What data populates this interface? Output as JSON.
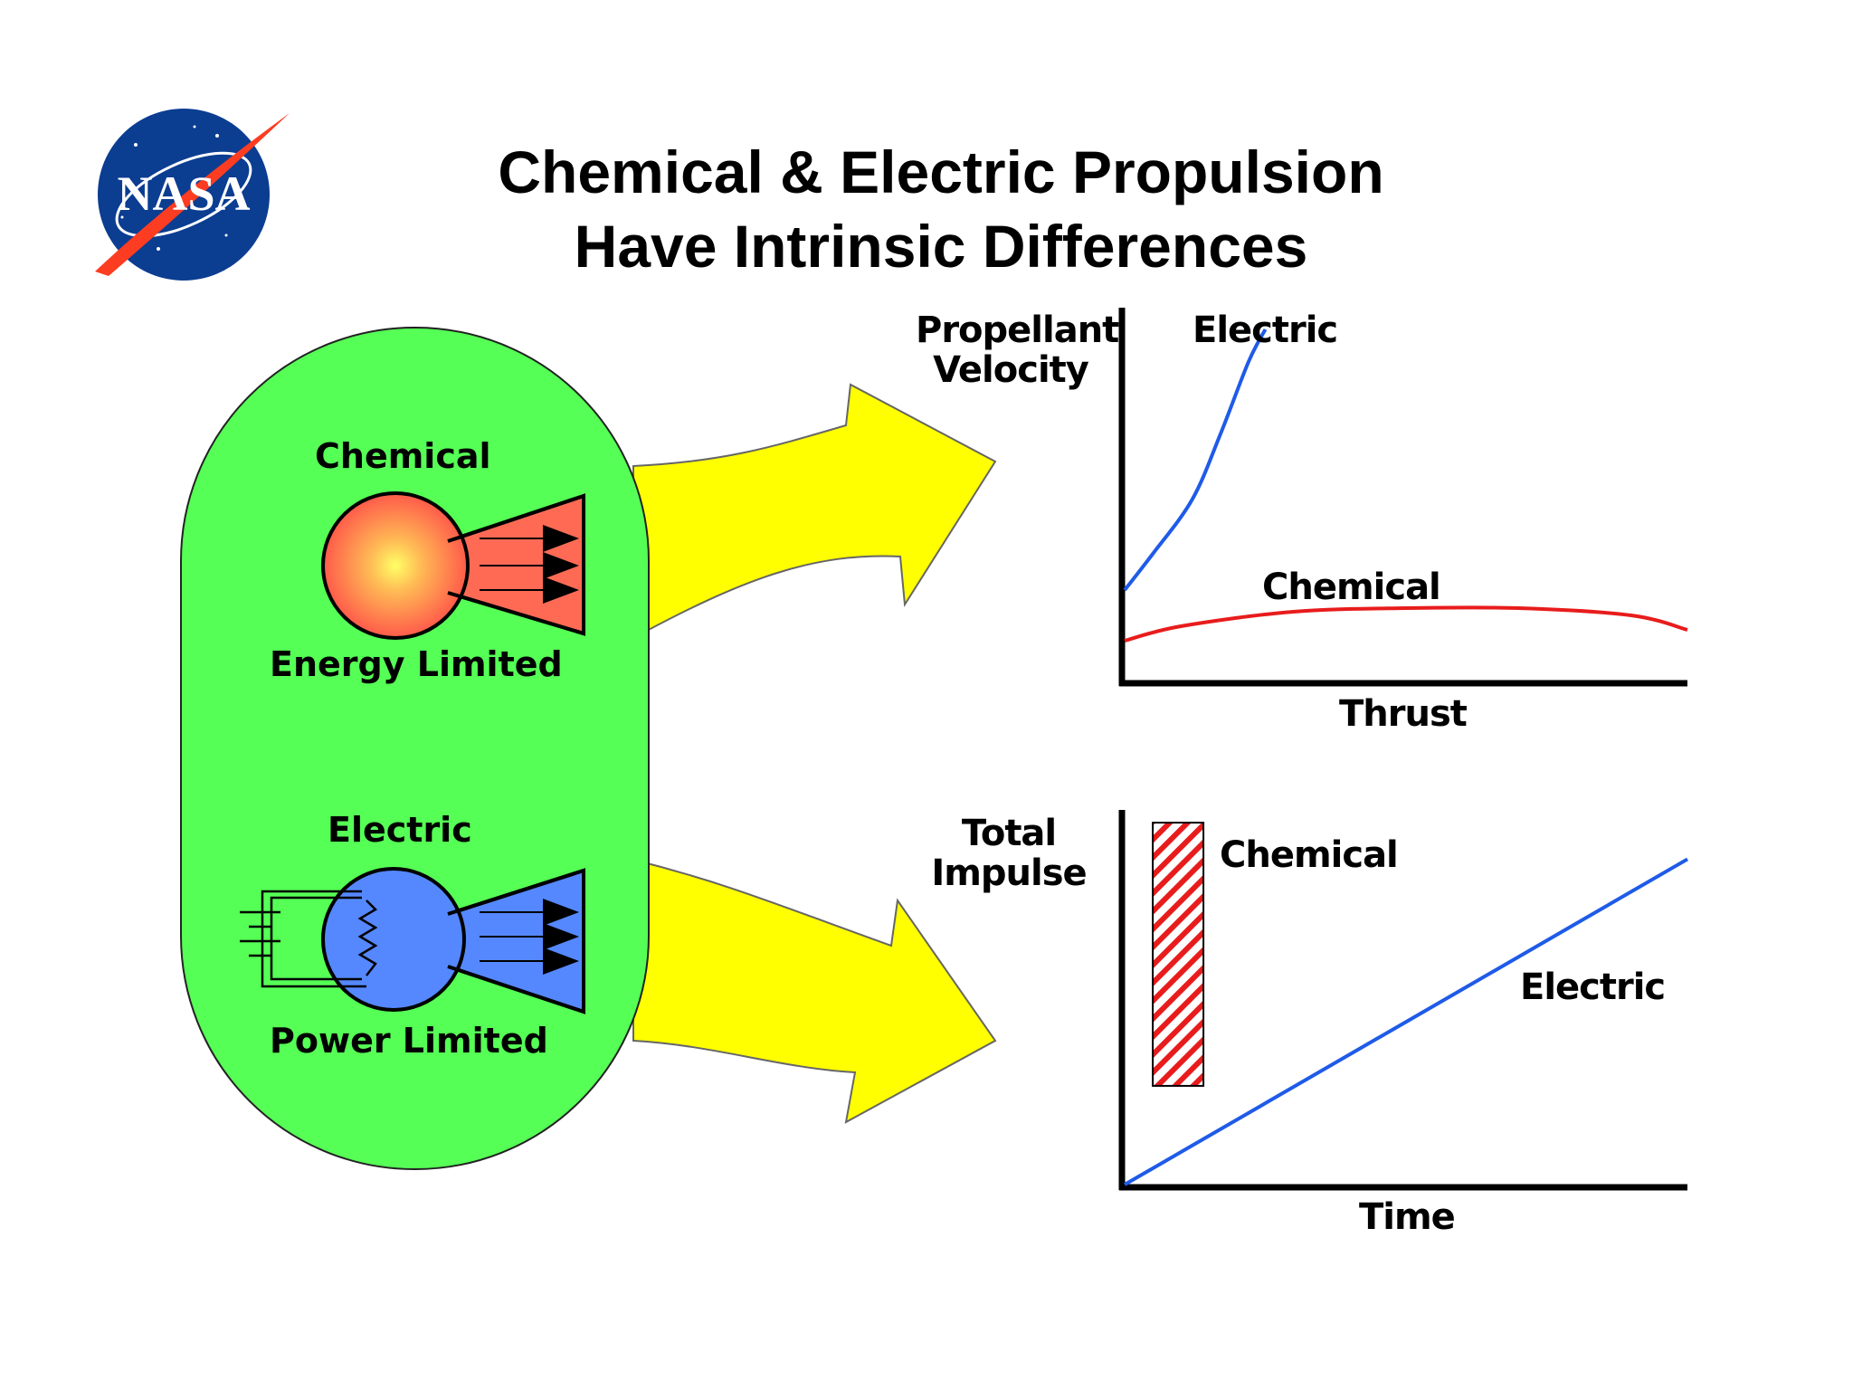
{
  "title": {
    "line1": "Chemical & Electric Propulsion",
    "line2": "Have Intrinsic Differences"
  },
  "logo": {
    "text": "NASA",
    "icon": "nasa-meatball-icon"
  },
  "colors": {
    "capsule": "#55ff55",
    "arrow": "#ffff00",
    "chemical_line": "#e81c1c",
    "electric_line": "#1f5be8",
    "chemical_sphere": "#ff6a55",
    "electric_sphere": "#5588ff",
    "nasa_blue": "#0b3d91",
    "nasa_red": "#fc3d21"
  },
  "left_panel": {
    "chemical": {
      "name": "Chemical",
      "limit": "Energy Limited"
    },
    "electric": {
      "name": "Electric",
      "limit": "Power Limited"
    }
  },
  "chart_data": [
    {
      "type": "line",
      "ylabel_line1": "Propellant",
      "ylabel_line2": "Velocity",
      "xlabel": "Thrust",
      "series": [
        {
          "name": "Electric",
          "x": [
            0,
            0.05,
            0.12,
            0.17,
            0.22,
            0.25
          ],
          "y": [
            0.25,
            0.35,
            0.5,
            0.68,
            0.88,
            0.97
          ]
        },
        {
          "name": "Chemical",
          "x": [
            0,
            0.1,
            0.3,
            0.5,
            0.7,
            0.9,
            1.0
          ],
          "y": [
            0.11,
            0.15,
            0.19,
            0.2,
            0.2,
            0.18,
            0.14
          ]
        }
      ],
      "xlim": [
        0,
        1
      ],
      "ylim": [
        0,
        1
      ]
    },
    {
      "type": "line",
      "ylabel_line1": "Total",
      "ylabel_line2": "Impulse",
      "xlabel": "Time",
      "series": [
        {
          "name": "Chemical",
          "style": "hatched-bar",
          "x": [
            0.05,
            0.14
          ],
          "y": [
            0.27,
            0.99
          ]
        },
        {
          "name": "Electric",
          "x": [
            0,
            1
          ],
          "y": [
            0,
            0.89
          ]
        }
      ],
      "xlim": [
        0,
        1
      ],
      "ylim": [
        0,
        1
      ]
    }
  ]
}
